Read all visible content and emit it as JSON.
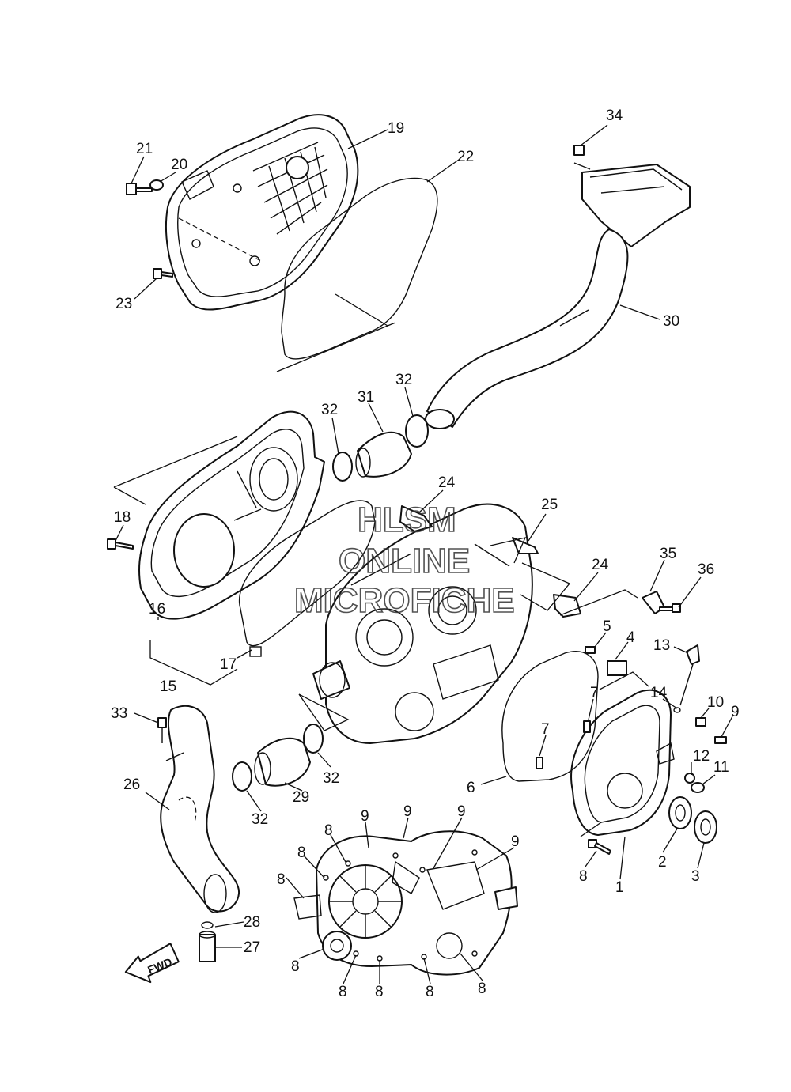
{
  "watermark": [
    "HLSM",
    "ONLINE",
    "MICROFICHE"
  ],
  "fwd_label": "FWD",
  "callouts": [
    {
      "id": "c34",
      "label": "34"
    },
    {
      "id": "c19",
      "label": "19"
    },
    {
      "id": "c21",
      "label": "21"
    },
    {
      "id": "c20",
      "label": "20"
    },
    {
      "id": "c22",
      "label": "22"
    },
    {
      "id": "c23",
      "label": "23"
    },
    {
      "id": "c30",
      "label": "30"
    },
    {
      "id": "c32a",
      "label": "32"
    },
    {
      "id": "c31",
      "label": "31"
    },
    {
      "id": "c32b",
      "label": "32"
    },
    {
      "id": "c24a",
      "label": "24"
    },
    {
      "id": "c25",
      "label": "25"
    },
    {
      "id": "c18",
      "label": "18"
    },
    {
      "id": "c24b",
      "label": "24"
    },
    {
      "id": "c35",
      "label": "35"
    },
    {
      "id": "c36",
      "label": "36"
    },
    {
      "id": "c16",
      "label": "16"
    },
    {
      "id": "c5",
      "label": "5"
    },
    {
      "id": "c4",
      "label": "4"
    },
    {
      "id": "c13",
      "label": "13"
    },
    {
      "id": "c17",
      "label": "17"
    },
    {
      "id": "c15",
      "label": "15"
    },
    {
      "id": "c7a",
      "label": "7"
    },
    {
      "id": "c14",
      "label": "14"
    },
    {
      "id": "c10",
      "label": "10"
    },
    {
      "id": "c9a",
      "label": "9"
    },
    {
      "id": "c33",
      "label": "33"
    },
    {
      "id": "c7b",
      "label": "7"
    },
    {
      "id": "c12",
      "label": "12"
    },
    {
      "id": "c11",
      "label": "11"
    },
    {
      "id": "c26",
      "label": "26"
    },
    {
      "id": "c6",
      "label": "6"
    },
    {
      "id": "c32c",
      "label": "32"
    },
    {
      "id": "c29",
      "label": "29"
    },
    {
      "id": "c32d",
      "label": "32"
    },
    {
      "id": "c9b",
      "label": "9"
    },
    {
      "id": "c9c",
      "label": "9"
    },
    {
      "id": "c9d",
      "label": "9"
    },
    {
      "id": "c9e",
      "label": "9"
    },
    {
      "id": "c8a",
      "label": "8"
    },
    {
      "id": "c8b",
      "label": "8"
    },
    {
      "id": "c8c",
      "label": "8"
    },
    {
      "id": "c2",
      "label": "2"
    },
    {
      "id": "c3",
      "label": "3"
    },
    {
      "id": "c8d",
      "label": "8"
    },
    {
      "id": "c1",
      "label": "1"
    },
    {
      "id": "c28",
      "label": "28"
    },
    {
      "id": "c27",
      "label": "27"
    },
    {
      "id": "c8e",
      "label": "8"
    },
    {
      "id": "c8f",
      "label": "8"
    },
    {
      "id": "c8g",
      "label": "8"
    },
    {
      "id": "c8h",
      "label": "8"
    },
    {
      "id": "c8i",
      "label": "8"
    }
  ]
}
